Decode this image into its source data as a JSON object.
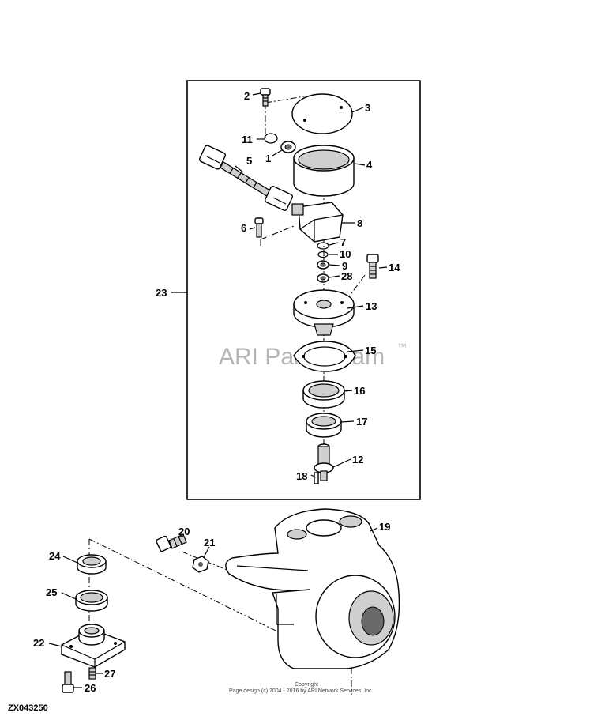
{
  "watermark": {
    "text": "ARI PartStream",
    "trademark": "™"
  },
  "footer": {
    "line1": "Copyright",
    "line2": "Page design (c) 2004 - 2016 by ARI Network Services, Inc."
  },
  "diagram_code": "ZX043250",
  "callouts": {
    "c1": "1",
    "c2": "2",
    "c3": "3",
    "c4": "4",
    "c5": "5",
    "c6": "6",
    "c7": "7",
    "c8": "8",
    "c9": "9",
    "c10": "10",
    "c11": "11",
    "c12": "12",
    "c13": "13",
    "c14": "14",
    "c15": "15",
    "c16": "16",
    "c17": "17",
    "c18": "18",
    "c19": "19",
    "c20": "20",
    "c21": "21",
    "c22": "22",
    "c23": "23",
    "c24": "24",
    "c25": "25",
    "c26": "26",
    "c27": "27",
    "c28": "28"
  }
}
